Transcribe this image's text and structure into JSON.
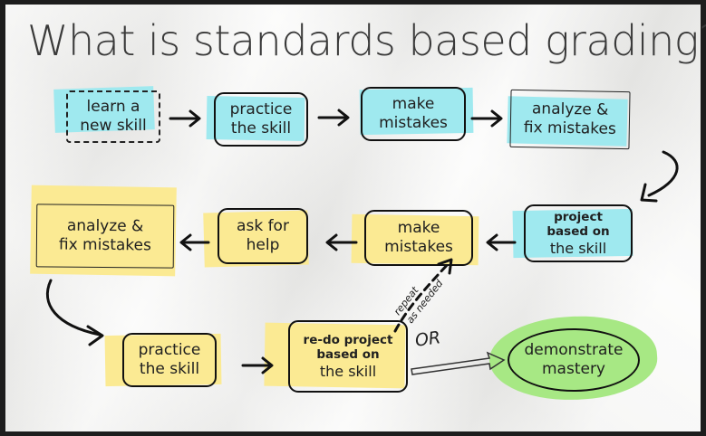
{
  "title": "What is standards based grading?",
  "row1": {
    "learn": {
      "line1": "learn a",
      "line2": "new skill"
    },
    "practice": {
      "line1": "practice",
      "line2": "the skill"
    },
    "mistakes": {
      "line1": "make",
      "line2": "mistakes"
    },
    "analyze": {
      "line1": "analyze &",
      "line2": "fix mistakes"
    }
  },
  "row2": {
    "project": {
      "line1": "project",
      "line2": "based on",
      "line3": "the skill"
    },
    "mistakes": {
      "line1": "make",
      "line2": "mistakes"
    },
    "help": {
      "line1": "ask for",
      "line2": "help"
    },
    "analyze": {
      "line1": "analyze &",
      "line2": "fix mistakes"
    }
  },
  "row3": {
    "practice": {
      "line1": "practice",
      "line2": "the skill"
    },
    "redo": {
      "line1": "re-do project",
      "line2": "based on",
      "line3": "the skill"
    },
    "mastery": {
      "line1": "demonstrate",
      "line2": "mastery"
    }
  },
  "notes": {
    "repeat": "repeat",
    "as_needed": "as needed",
    "or": "OR"
  },
  "colors": {
    "blue": "#9fe9ef",
    "yellow": "#fbea93",
    "green": "#a7e884",
    "ink": "#111111"
  }
}
